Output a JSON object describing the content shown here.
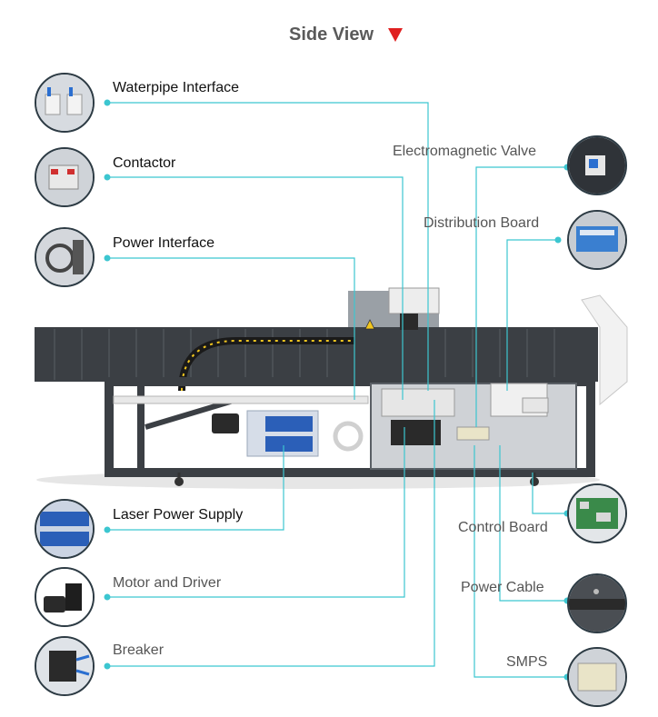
{
  "title": "Side View",
  "colors": {
    "leader": "#3cc6d0",
    "accent_red": "#e02020",
    "frame": "#3b3f44"
  },
  "left_components": [
    {
      "label": "Waterpipe Interface",
      "icon": "waterpipe-interface-thumbnail"
    },
    {
      "label": "Contactor",
      "icon": "contactor-thumbnail"
    },
    {
      "label": "Power Interface",
      "icon": "power-interface-thumbnail"
    },
    {
      "label": "Laser Power Supply",
      "icon": "laser-power-supply-thumbnail"
    },
    {
      "label": "Motor and Driver",
      "icon": "motor-and-driver-thumbnail"
    },
    {
      "label": "Breaker",
      "icon": "breaker-thumbnail"
    }
  ],
  "right_components": [
    {
      "label": "Electromagnetic Valve",
      "icon": "electromagnetic-valve-thumbnail"
    },
    {
      "label": "Distribution Board",
      "icon": "distribution-board-thumbnail"
    },
    {
      "label": "Control Board",
      "icon": "control-board-thumbnail"
    },
    {
      "label": "Power Cable",
      "icon": "power-cable-thumbnail"
    },
    {
      "label": "SMPS",
      "icon": "smps-thumbnail"
    }
  ]
}
